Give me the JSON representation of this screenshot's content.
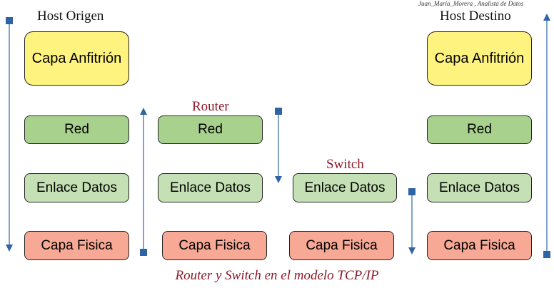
{
  "author": "Juan_Maria_Morera , Analista de Datos",
  "caption": "Router y Switch en el modelo TCP/IP",
  "colors": {
    "application": "#fff380",
    "network": "#a9d18e",
    "link": "#c5e0b4",
    "physical": "#f8a995",
    "arrow": "#2e64a4",
    "label_red": "#8b1a2a"
  },
  "host_origen": {
    "title": "Host Origen",
    "layers": [
      "Capa Anfitrión",
      "Red",
      "Enlace Datos",
      "Capa Fisica"
    ]
  },
  "router": {
    "title": "Router",
    "layers": [
      "Red",
      "Enlace Datos",
      "Capa Fisica"
    ]
  },
  "switch": {
    "title": "Switch",
    "layers": [
      "Enlace Datos",
      "Capa Fisica"
    ]
  },
  "host_destino": {
    "title": "Host Destino",
    "layers": [
      "Capa Anfitrión",
      "Red",
      "Enlace Datos",
      "Capa Fisica"
    ]
  }
}
